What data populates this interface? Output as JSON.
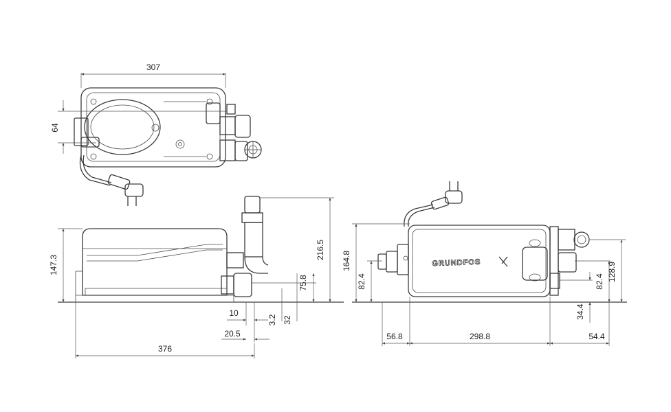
{
  "dimensions": {
    "top_width": "307",
    "top_height": "64",
    "side_height": "147.3",
    "side_outlet_height": "216.5",
    "side_inlet_height": "75.8",
    "side_offset_10": "10",
    "side_offset_3_2": "3.2",
    "side_offset_32": "32",
    "side_offset_20_5": "20.5",
    "side_length": "376",
    "front_height": "164.8",
    "front_inlet_left": "82.4",
    "front_inlet_right": "82.4",
    "front_outlet": "128.9",
    "front_low_inlet": "34.4",
    "front_left_offset": "56.8",
    "front_width": "298.8",
    "front_right_offset": "54.4"
  },
  "brand": {
    "logo_text": "GRUNDFOS"
  },
  "colors": {
    "line": "#3a3a3a",
    "fill_light": "#d9d9d9"
  }
}
